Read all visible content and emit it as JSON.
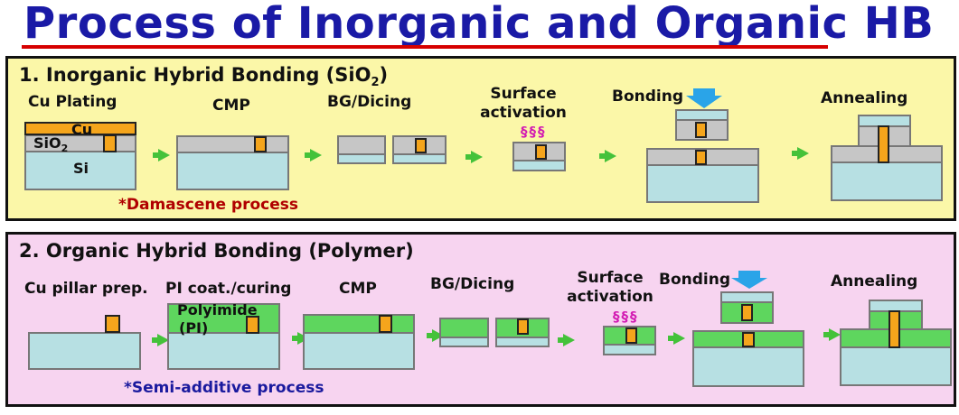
{
  "title": "Process of Inorganic and Organic HB",
  "inorganic": {
    "heading": "1. Inorganic Hybrid Bonding (SiO",
    "heading_sub": "2",
    "heading_end": ")",
    "steps": [
      "Cu Plating",
      "CMP",
      "BG/Dicing",
      "Surface activation",
      "Bonding",
      "Annealing"
    ],
    "layer_labels": {
      "cu": "Cu",
      "sio2": "SiO",
      "sio2_sub": "2",
      "si": "Si"
    },
    "note": "*Damascene process"
  },
  "organic": {
    "heading": "2. Organic Hybrid Bonding (Polymer)",
    "steps": [
      "Cu pillar prep.",
      "PI coat./curing",
      "CMP",
      "BG/Dicing",
      "Surface activation",
      "Bonding",
      "Annealing"
    ],
    "layer_labels": {
      "polyimide": "Polyimide",
      "pi": "(PI)"
    },
    "note": "*Semi-additive process"
  },
  "symbols": {
    "activation": "§§§"
  },
  "colors": {
    "title": "#1a1aa6",
    "underline": "#d60000",
    "note1": "#b00000",
    "note2": "#1a1a9e",
    "si": "#b7e0e3",
    "oxide": "#c6c6c6",
    "polyimide": "#5ed65e",
    "copper": "#f5a51c",
    "arrow": "#44c23a",
    "press": "#2aa4e8",
    "plasma": "#d21ab2"
  }
}
